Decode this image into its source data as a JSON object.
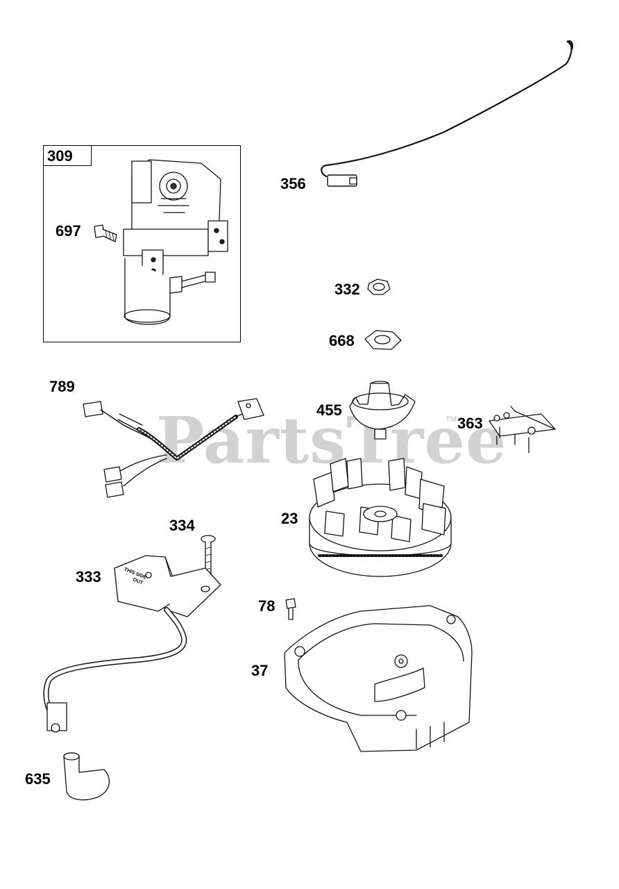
{
  "watermark": {
    "text": "PartsTree",
    "tm": "TM"
  },
  "parts": {
    "p309": {
      "label": "309",
      "icon": "starter-motor-icon"
    },
    "p697": {
      "label": "697",
      "icon": "bolt-icon"
    },
    "p356": {
      "label": "356",
      "icon": "ground-wire-icon"
    },
    "p332": {
      "label": "332",
      "icon": "hex-nut-icon"
    },
    "p668": {
      "label": "668",
      "icon": "washer-icon"
    },
    "p789": {
      "label": "789",
      "icon": "wire-harness-icon"
    },
    "p455": {
      "label": "455",
      "icon": "starter-cup-icon"
    },
    "p363": {
      "label": "363",
      "icon": "bracket-icon"
    },
    "p23": {
      "label": "23",
      "icon": "flywheel-icon"
    },
    "p334": {
      "label": "334",
      "icon": "screw-icon"
    },
    "p333": {
      "label": "333",
      "icon": "ignition-coil-icon"
    },
    "p78": {
      "label": "78",
      "icon": "bolt-icon"
    },
    "p37": {
      "label": "37",
      "icon": "shroud-icon"
    },
    "p635": {
      "label": "635",
      "icon": "spark-plug-boot-icon"
    }
  },
  "coil_text": {
    "line1": "THIS SIDE",
    "line2": "OUT"
  }
}
